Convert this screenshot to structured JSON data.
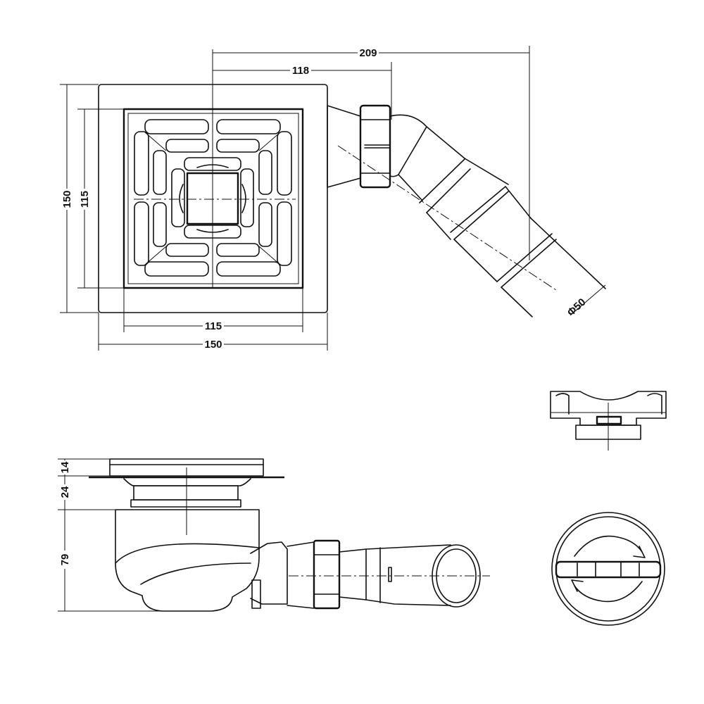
{
  "dimensions": {
    "outer_width": "150",
    "inner_width": "115",
    "outer_height": "150",
    "inner_height": "115",
    "offset_outlet": "118",
    "offset_total": "209",
    "pipe_diameter": "Φ50",
    "frame_thickness": "14",
    "body_neck": "24",
    "body_depth": "79"
  },
  "colors": {
    "line": "#111111",
    "background": "#ffffff"
  }
}
